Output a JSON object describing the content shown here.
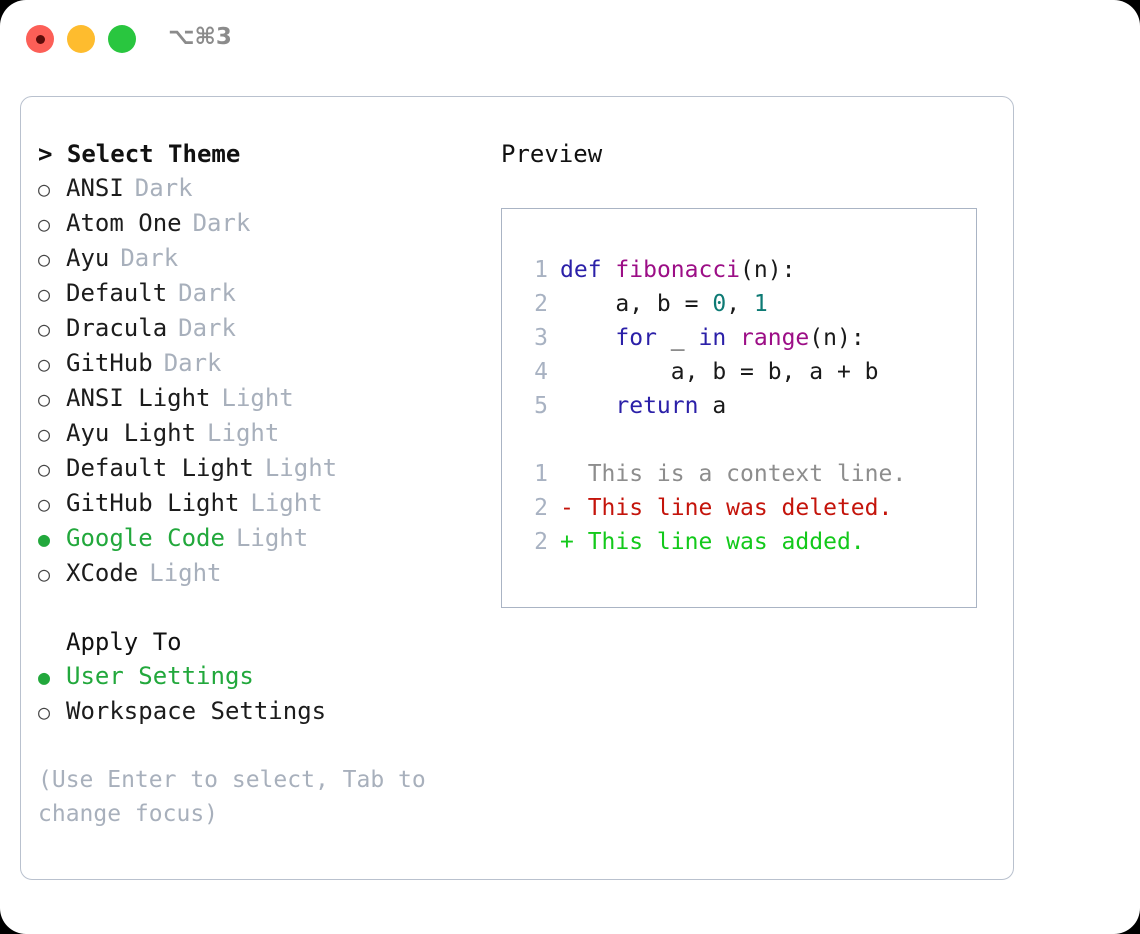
{
  "titlebar": {
    "shortcut": "⌥⌘3",
    "lights": [
      {
        "name": "close",
        "color": "#fc5f57"
      },
      {
        "name": "minimize",
        "color": "#febc2e"
      },
      {
        "name": "maximize",
        "color": "#29c63f"
      }
    ]
  },
  "theme_section": {
    "header": "> Select Theme",
    "options": [
      {
        "bullet": "○",
        "label": "ANSI",
        "tag": "Dark",
        "selected": false
      },
      {
        "bullet": "○",
        "label": "Atom One",
        "tag": "Dark",
        "selected": false
      },
      {
        "bullet": "○",
        "label": "Ayu",
        "tag": "Dark",
        "selected": false
      },
      {
        "bullet": "○",
        "label": "Default",
        "tag": "Dark",
        "selected": false
      },
      {
        "bullet": "○",
        "label": "Dracula",
        "tag": "Dark",
        "selected": false
      },
      {
        "bullet": "○",
        "label": "GitHub",
        "tag": "Dark",
        "selected": false
      },
      {
        "bullet": "○",
        "label": "ANSI Light",
        "tag": "Light",
        "selected": false
      },
      {
        "bullet": "○",
        "label": "Ayu Light",
        "tag": "Light",
        "selected": false
      },
      {
        "bullet": "○",
        "label": "Default Light",
        "tag": "Light",
        "selected": false
      },
      {
        "bullet": "○",
        "label": "GitHub Light",
        "tag": "Light",
        "selected": false
      },
      {
        "bullet": "●",
        "label": "Google Code",
        "tag": "Light",
        "selected": true
      },
      {
        "bullet": "○",
        "label": "XCode",
        "tag": "Light",
        "selected": false
      }
    ]
  },
  "apply_section": {
    "header": "Apply To",
    "options": [
      {
        "bullet": "●",
        "label": "User Settings",
        "tag": "",
        "selected": true
      },
      {
        "bullet": "○",
        "label": "Workspace Settings",
        "tag": "",
        "selected": false
      }
    ]
  },
  "hint": "(Use Enter to select, Tab to change focus)",
  "preview": {
    "title": "Preview",
    "code_lines": [
      {
        "lineno": "1",
        "tokens": [
          {
            "t": "def",
            "c": "kw"
          },
          {
            "t": " ",
            "c": "pun"
          },
          {
            "t": "fibonacci",
            "c": "fn"
          },
          {
            "t": "(n):",
            "c": "pun"
          }
        ]
      },
      {
        "lineno": "2",
        "tokens": [
          {
            "t": "    a, b = ",
            "c": "pun"
          },
          {
            "t": "0",
            "c": "num"
          },
          {
            "t": ", ",
            "c": "pun"
          },
          {
            "t": "1",
            "c": "num"
          }
        ]
      },
      {
        "lineno": "3",
        "tokens": [
          {
            "t": "    ",
            "c": "pun"
          },
          {
            "t": "for",
            "c": "kw"
          },
          {
            "t": " _ ",
            "c": "pun"
          },
          {
            "t": "in",
            "c": "kw"
          },
          {
            "t": " ",
            "c": "pun"
          },
          {
            "t": "range",
            "c": "fn"
          },
          {
            "t": "(n):",
            "c": "pun"
          }
        ]
      },
      {
        "lineno": "4",
        "tokens": [
          {
            "t": "        a, b = b, a + b",
            "c": "pun"
          }
        ]
      },
      {
        "lineno": "5",
        "tokens": [
          {
            "t": "    ",
            "c": "pun"
          },
          {
            "t": "return",
            "c": "kw"
          },
          {
            "t": " a",
            "c": "pun"
          }
        ]
      }
    ],
    "diff_lines": [
      {
        "lineno": "1",
        "marker": " ",
        "text": " This is a context line.",
        "kind": "ctx"
      },
      {
        "lineno": "2",
        "marker": "-",
        "text": " This line was deleted.",
        "kind": "del"
      },
      {
        "lineno": "2",
        "marker": "+",
        "text": " This line was added.",
        "kind": "add"
      }
    ]
  },
  "colors": {
    "accent_green": "#22a83c",
    "muted": "#a8b0bc",
    "keyword": "#2b20a8",
    "function": "#9c0e86",
    "number": "#0d7a74",
    "diff_delete": "#c4140b",
    "diff_add": "#13c91b",
    "border": "#b9c1ce"
  }
}
